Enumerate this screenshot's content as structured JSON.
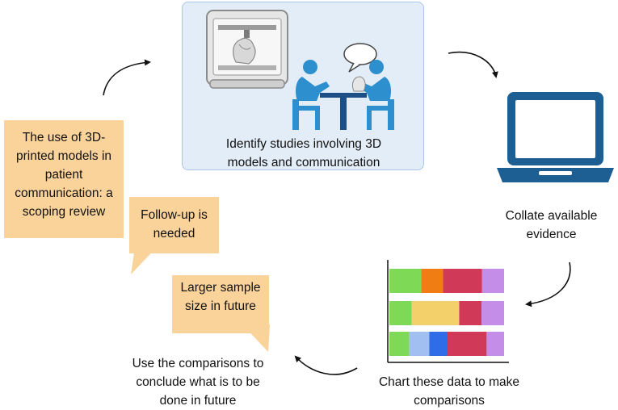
{
  "steps": {
    "identify": "Identify studies involving 3D models and communication",
    "collate": "Collate available evidence",
    "chart": "Chart these data to make comparisons",
    "conclude": "Use the comparisons to conclude what is to be done in future"
  },
  "notes": {
    "title": "The use of 3D-printed models in patient communication: a scoping review",
    "followup": "Follow-up is needed",
    "sample": "Larger sample size in future"
  },
  "colors": {
    "note_bg": "#fad39b",
    "panel_bg": "#e3edf8",
    "person": "#2e8fcf",
    "laptop": "#1e5f93"
  },
  "chart_data": {
    "type": "bar",
    "orientation": "horizontal-stacked",
    "rows": [
      {
        "segments": [
          {
            "value": 13,
            "color": "#7ed957"
          },
          {
            "value": 9,
            "color": "#f07d14"
          },
          {
            "value": 16,
            "color": "#d03a58"
          },
          {
            "value": 9,
            "color": "#c48de8"
          }
        ]
      },
      {
        "segments": [
          {
            "value": 9,
            "color": "#7ed957"
          },
          {
            "value": 19,
            "color": "#f4d06b"
          },
          {
            "value": 9,
            "color": "#d03a58"
          },
          {
            "value": 9,
            "color": "#c48de8"
          }
        ]
      },
      {
        "segments": [
          {
            "value": 8,
            "color": "#7ed957"
          },
          {
            "value": 8,
            "color": "#a2bff2"
          },
          {
            "value": 7,
            "color": "#2f6de8"
          },
          {
            "value": 16,
            "color": "#d03a58"
          },
          {
            "value": 7,
            "color": "#c48de8"
          }
        ]
      }
    ]
  }
}
